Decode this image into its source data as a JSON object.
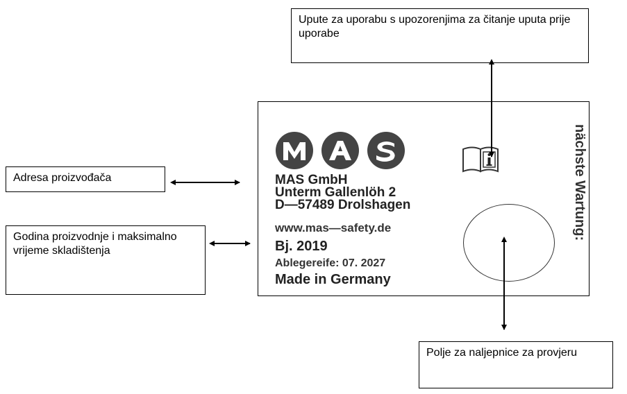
{
  "callouts": {
    "manual": "Upute za uporabu s upozorenjima za čitanje uputa prije uporabe",
    "address": "Adresa proizvođača",
    "year": "Godina proizvodnje i maksimalno vrijeme skladištenja",
    "sticker": "Polje za naljepnice za provjeru"
  },
  "label": {
    "logo_text": "MAS",
    "company": "MAS GmbH",
    "street": "Unterm Gallenlöh 2",
    "city": "D—57489 Drolshagen",
    "website": "www.mas—safety.de",
    "year": "Bj.  2019",
    "expiry": "Ablegereife: 07. 2027",
    "origin": "Made in Germany",
    "next_service": "nächste Wartung:",
    "info_icon": "book-info-icon",
    "sticker_field": "circle"
  }
}
